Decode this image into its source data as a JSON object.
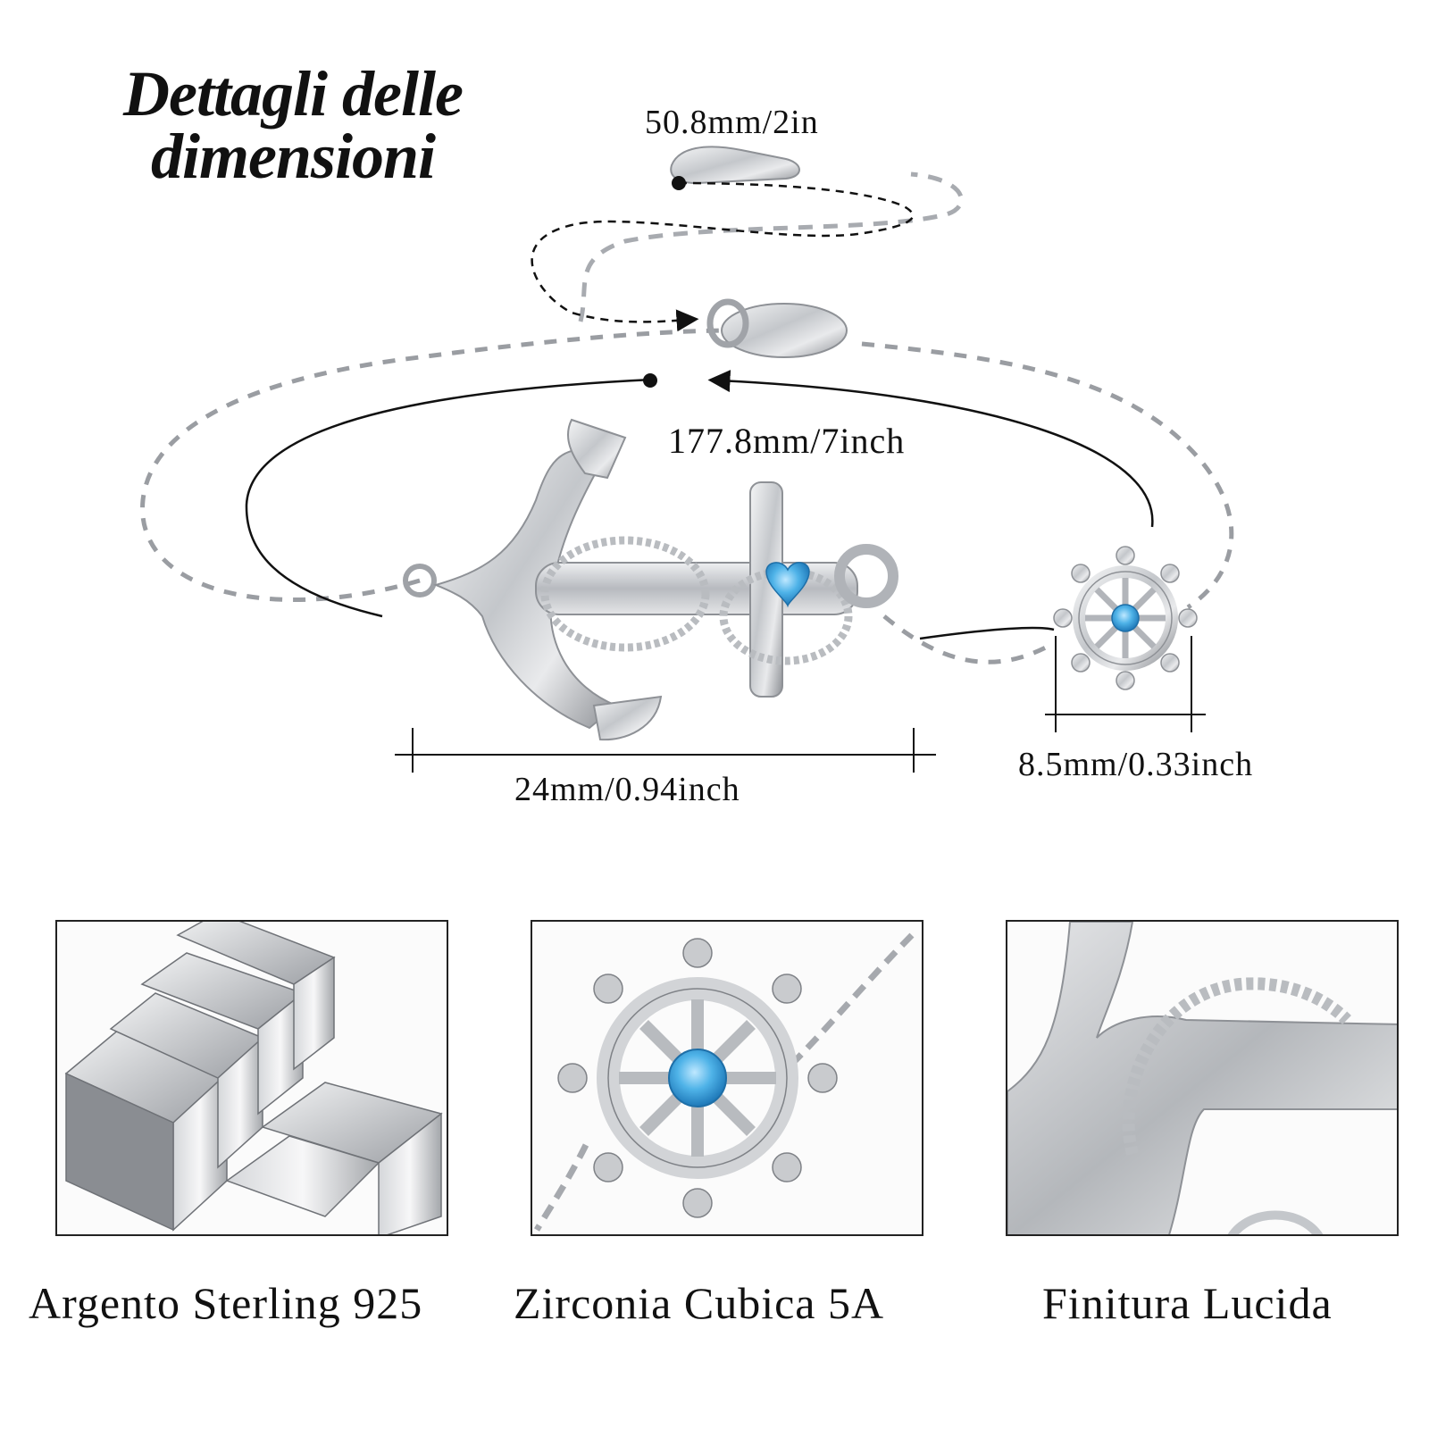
{
  "title": {
    "line1": "Dettagli delle",
    "line2": "dimensioni"
  },
  "dimensions": {
    "extender": "50.8mm/2in",
    "chain_length": "177.8mm/7inch",
    "anchor_width": "24mm/0.94inch",
    "wheel_width": "8.5mm/0.33inch"
  },
  "panels": [
    {
      "caption": "Argento Sterling 925"
    },
    {
      "caption": "Zirconia Cubica 5A"
    },
    {
      "caption": "Finitura Lucida"
    }
  ],
  "colors": {
    "silver": "#c9cbce",
    "silver_dark": "#8e9196",
    "stone_blue": "#4fb3e8",
    "text": "#111111"
  }
}
